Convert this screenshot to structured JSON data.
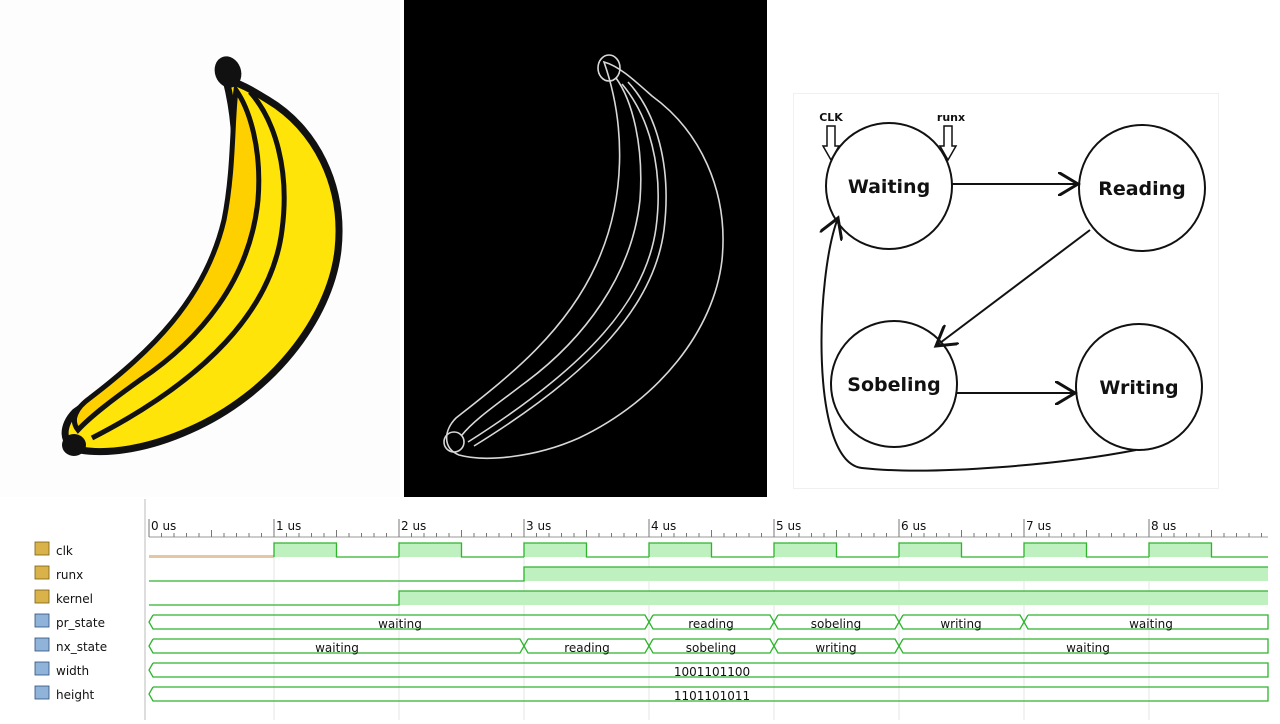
{
  "fsm": {
    "inputs": {
      "clk": "CLK",
      "runx": "runx"
    },
    "states": {
      "waiting": "Waiting",
      "reading": "Reading",
      "sobeling": "Sobeling",
      "writing": "Writing"
    }
  },
  "waveform": {
    "time_labels": [
      "0 us",
      "1 us",
      "2 us",
      "3 us",
      "4 us",
      "5 us",
      "6 us",
      "7 us",
      "8 us"
    ],
    "signals": {
      "clk": "clk",
      "runx": "runx",
      "kernel": "kernel",
      "pr_state": "pr_state",
      "nx_state": "nx_state",
      "width": "width",
      "height": "height"
    },
    "pr_state_values": [
      "waiting",
      "reading",
      "sobeling",
      "writing",
      "waiting"
    ],
    "nx_state_values": [
      "waiting",
      "reading",
      "sobeling",
      "writing",
      "waiting"
    ],
    "width_value": "1001101100",
    "height_value": "1101101011",
    "colors": {
      "trace": "#2db52d",
      "fill": "#bff0bf",
      "undefined": "#e3c7a0"
    }
  },
  "images": {
    "banana": {
      "fill": "#ffe40a",
      "shade": "#ffd000",
      "outline": "#111111"
    },
    "edges": {
      "background": "#000000",
      "edge": "#d8d8d8"
    }
  }
}
